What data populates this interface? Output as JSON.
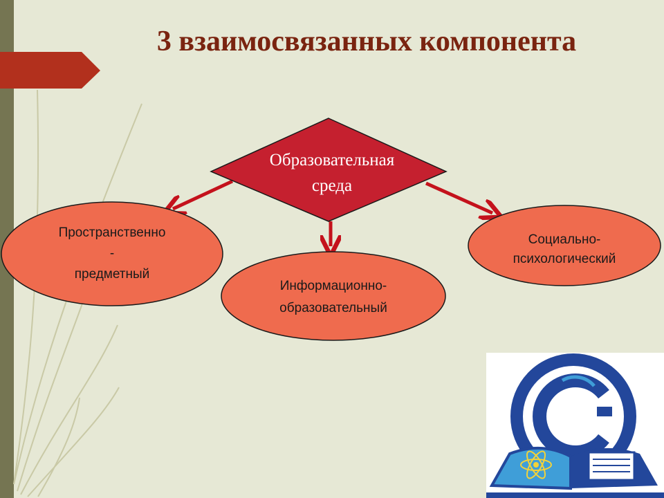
{
  "slide": {
    "title": "3 взаимосвязанных компонента",
    "colors": {
      "background": "#e6e8d5",
      "left_strip": "#757552",
      "title_text": "#7a2410",
      "arrow_tab": "#b2301d",
      "diamond_fill": "#c5202f",
      "ellipse_fill": "#ef6b4e",
      "arrow": "#c4121c",
      "decor_lines": "#c9c9a6",
      "logo_bg": "#ffffff",
      "logo_blue": "#23479b",
      "logo_light": "#3f9ed8"
    }
  },
  "diagram": {
    "center": {
      "line1": "Образовательная",
      "line2": "среда"
    },
    "left": {
      "line1": "Пространственно",
      "line2": "-",
      "line3": "предметный"
    },
    "middle": {
      "line1": "Информационно-",
      "line2": "образовательный"
    },
    "right": {
      "line1": "Социально-",
      "line2": "психологический"
    }
  }
}
